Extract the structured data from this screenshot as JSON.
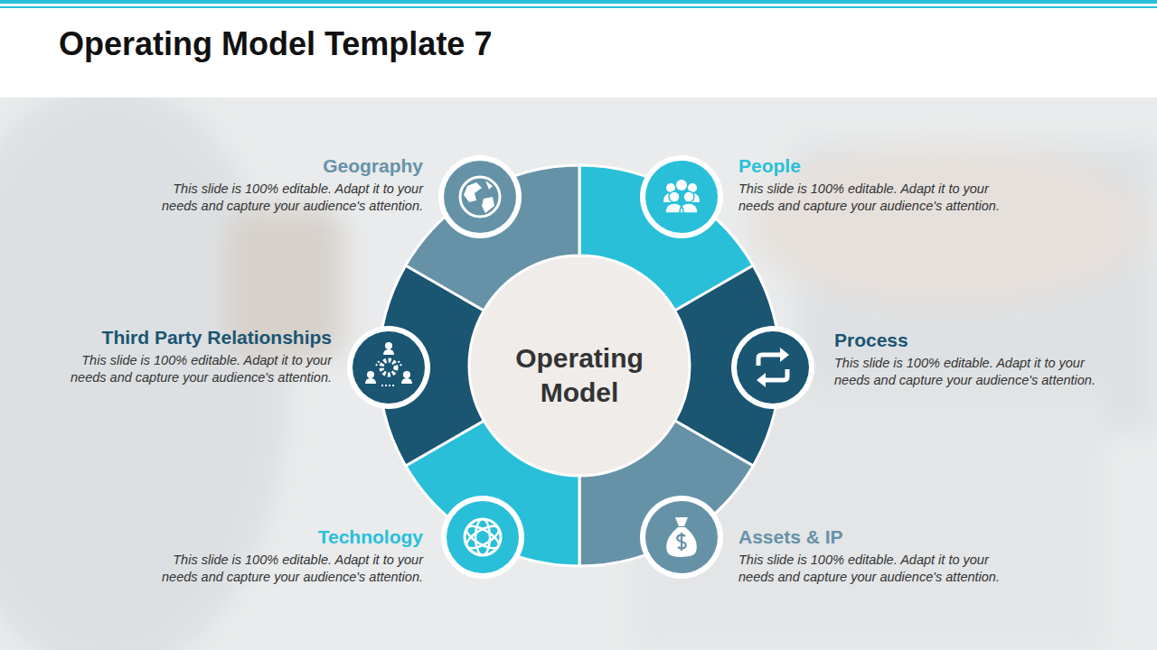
{
  "diagram": {
    "title": "Operating Model Template 7",
    "nodes": [
      {
        "text": [
          "Operating Model"
        ]
      },
      {
        "text": [
          "Geography",
          "This slide is 100% editable. Adapt it to your needs and capture your audience's attention."
        ]
      },
      {
        "text": [
          "People",
          "This slide is 100% editable. Adapt it to your needs and capture your audience's attention."
        ]
      },
      {
        "text": [
          "Third Party Relationships",
          "This slide is 100% editable. Adapt it to your needs and capture your audience's attention."
        ]
      },
      {
        "text": [
          "Process",
          "This slide is 100% editable. Adapt it to your needs and capture your audience's attention."
        ]
      },
      {
        "text": [
          "Technology",
          "This slide is 100% editable. Adapt it to your needs and capture your audience's attention."
        ]
      },
      {
        "text": [
          "Assets & IP",
          "This slide is 100% editable. Adapt it to your needs and capture your audience's attention."
        ]
      }
    ]
  }
}
